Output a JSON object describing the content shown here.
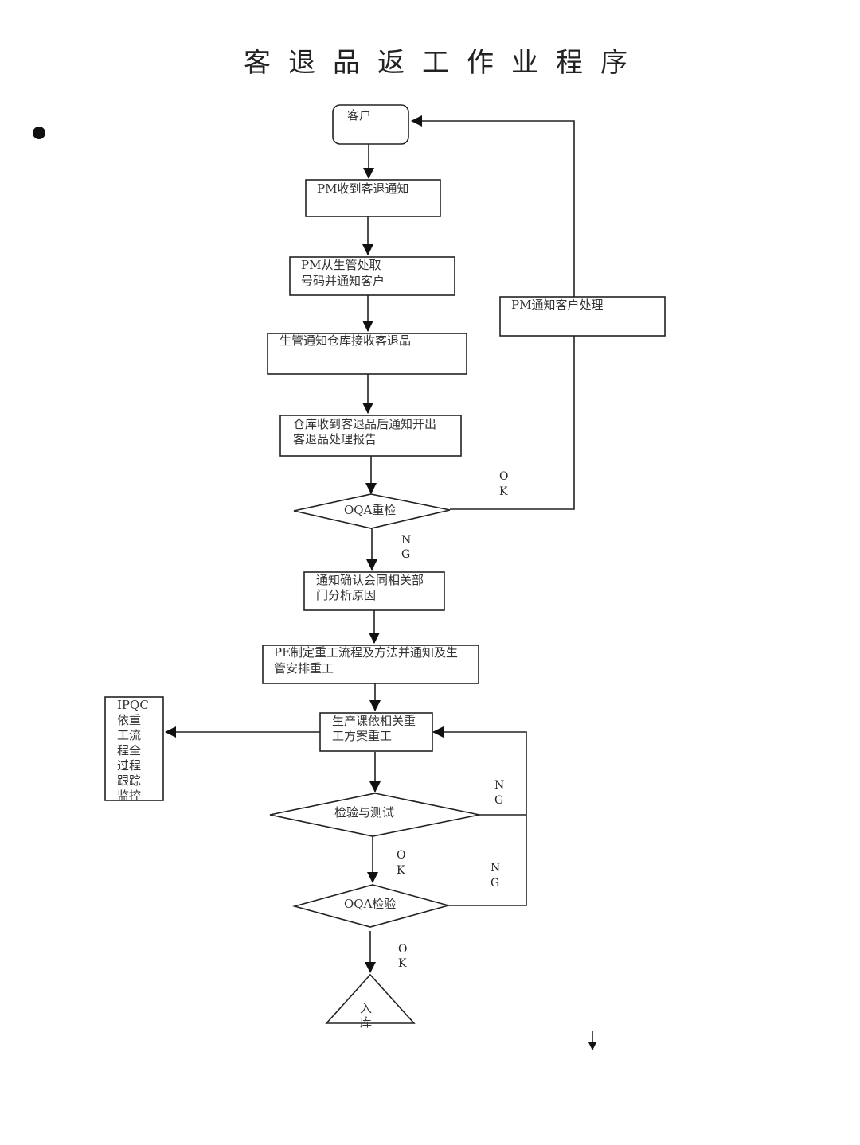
{
  "document": {
    "title": "客退品返工作业程序"
  },
  "nodes": [
    {
      "id": "customer",
      "shape": "rounded-rect",
      "lines": [
        "客户"
      ]
    },
    {
      "id": "pm-receive",
      "shape": "rect",
      "lines": [
        "PM收到客退通知"
      ]
    },
    {
      "id": "pm-get-number",
      "shape": "rect",
      "lines": [
        "PM从生管处取",
        "号码并通知客户"
      ]
    },
    {
      "id": "pc-notify-warehouse",
      "shape": "rect",
      "lines": [
        "生管通知仓库接收客退品"
      ]
    },
    {
      "id": "warehouse-report",
      "shape": "rect",
      "lines": [
        "仓库收到客退品后通知开出",
        "客退品处理报告"
      ]
    },
    {
      "id": "oqa-recheck",
      "shape": "diamond",
      "lines": [
        "OQA重检"
      ]
    },
    {
      "id": "pm-notify-customer",
      "shape": "rect",
      "lines": [
        "PM通知客户处理"
      ]
    },
    {
      "id": "analyze-cause",
      "shape": "rect",
      "lines": [
        "通知确认会同相关部",
        "门分析原因"
      ]
    },
    {
      "id": "pe-rework-plan",
      "shape": "rect",
      "lines": [
        "PE制定重工流程及方法并通知及生",
        "管安排重工"
      ]
    },
    {
      "id": "production-rework",
      "shape": "rect",
      "lines": [
        "生产课依相关重",
        "工方案重工"
      ]
    },
    {
      "id": "ipqc-monitor",
      "shape": "rect",
      "lines": [
        "IPQC",
        "依重",
        "工流",
        "程全",
        "过程",
        "跟踪",
        "监控"
      ]
    },
    {
      "id": "inspect-test",
      "shape": "diamond",
      "lines": [
        "检验与测试"
      ]
    },
    {
      "id": "oqa-inspect",
      "shape": "diamond",
      "lines": [
        "OQA检验"
      ]
    },
    {
      "id": "stock-in",
      "shape": "triangle",
      "lines": [
        "入",
        "库"
      ]
    }
  ],
  "edge_labels": {
    "oqa_recheck_ok": [
      "O",
      "K"
    ],
    "oqa_recheck_ng": [
      "N",
      "G"
    ],
    "inspect_test_ng": [
      "N",
      "G"
    ],
    "inspect_test_ok": [
      "O",
      "K"
    ],
    "oqa_inspect_ng": [
      "N",
      "G"
    ],
    "oqa_inspect_ok": [
      "O",
      "K"
    ]
  },
  "edges": [
    {
      "from": "customer",
      "to": "pm-receive"
    },
    {
      "from": "pm-receive",
      "to": "pm-get-number"
    },
    {
      "from": "pm-get-number",
      "to": "pc-notify-warehouse"
    },
    {
      "from": "pc-notify-warehouse",
      "to": "warehouse-report"
    },
    {
      "from": "warehouse-report",
      "to": "oqa-recheck"
    },
    {
      "from": "oqa-recheck",
      "to": "pm-notify-customer",
      "label": "OK"
    },
    {
      "from": "pm-notify-customer",
      "to": "customer"
    },
    {
      "from": "oqa-recheck",
      "to": "analyze-cause",
      "label": "NG"
    },
    {
      "from": "analyze-cause",
      "to": "pe-rework-plan"
    },
    {
      "from": "pe-rework-plan",
      "to": "production-rework"
    },
    {
      "from": "production-rework",
      "to": "ipqc-monitor"
    },
    {
      "from": "production-rework",
      "to": "inspect-test"
    },
    {
      "from": "inspect-test",
      "to": "production-rework",
      "label": "NG"
    },
    {
      "from": "inspect-test",
      "to": "oqa-inspect",
      "label": "OK"
    },
    {
      "from": "oqa-inspect",
      "to": "production-rework",
      "label": "NG"
    },
    {
      "from": "oqa-inspect",
      "to": "stock-in",
      "label": "OK"
    }
  ]
}
